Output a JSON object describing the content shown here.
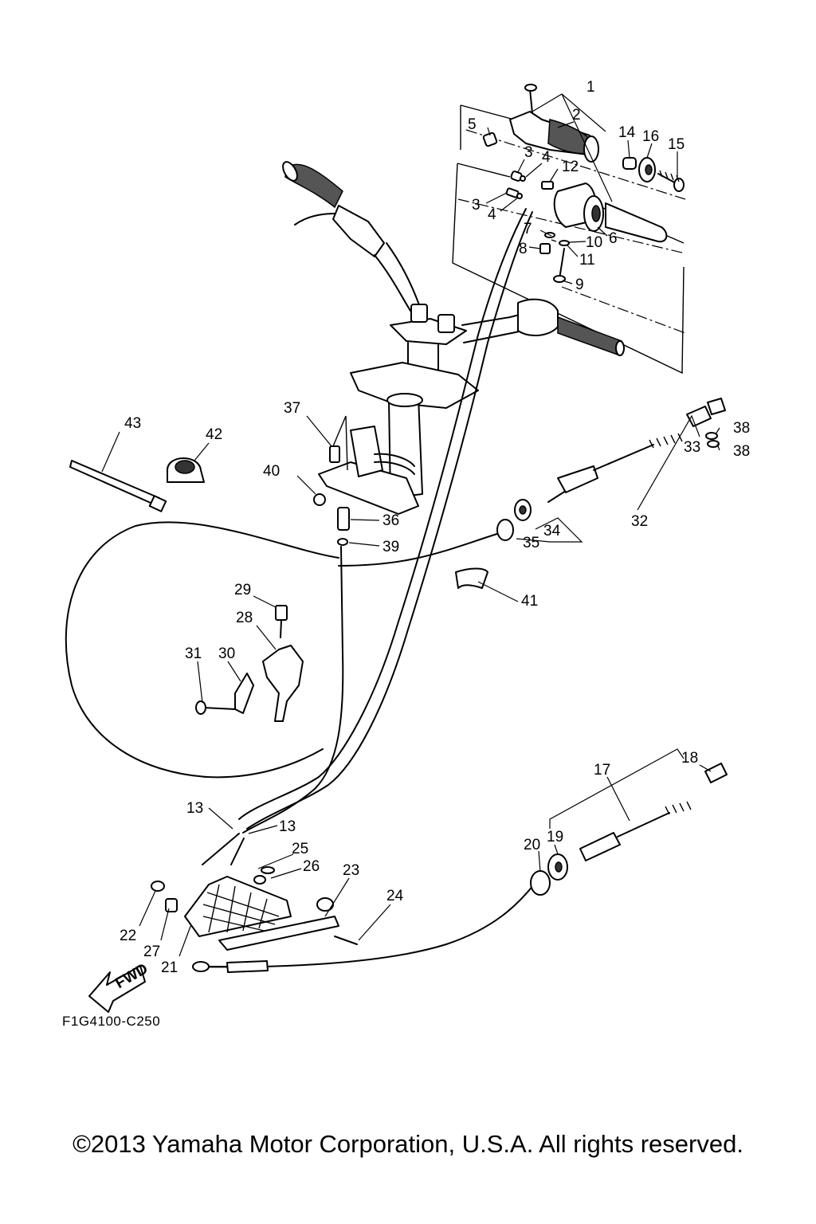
{
  "diagram_code": "F1G4100-C250",
  "copyright": "©2013 Yamaha Motor Corporation, U.S.A. All rights reserved.",
  "fwd_label": "FWD",
  "callouts": {
    "c1": "1",
    "c2": "2",
    "c3a": "3",
    "c3b": "3",
    "c4a": "4",
    "c4b": "4",
    "c5": "5",
    "c6": "6",
    "c7": "7",
    "c8": "8",
    "c9": "9",
    "c10": "10",
    "c11": "11",
    "c12": "12",
    "c13a": "13",
    "c13b": "13",
    "c14": "14",
    "c15": "15",
    "c16": "16",
    "c17": "17",
    "c18": "18",
    "c19": "19",
    "c20": "20",
    "c21": "21",
    "c22": "22",
    "c23": "23",
    "c24": "24",
    "c25": "25",
    "c26": "26",
    "c27": "27",
    "c28": "28",
    "c29": "29",
    "c30": "30",
    "c31": "31",
    "c32": "32",
    "c33": "33",
    "c34": "34",
    "c35": "35",
    "c36": "36",
    "c37": "37",
    "c38a": "38",
    "c38b": "38",
    "c39": "39",
    "c40": "40",
    "c41": "41",
    "c42": "42",
    "c43": "43"
  }
}
